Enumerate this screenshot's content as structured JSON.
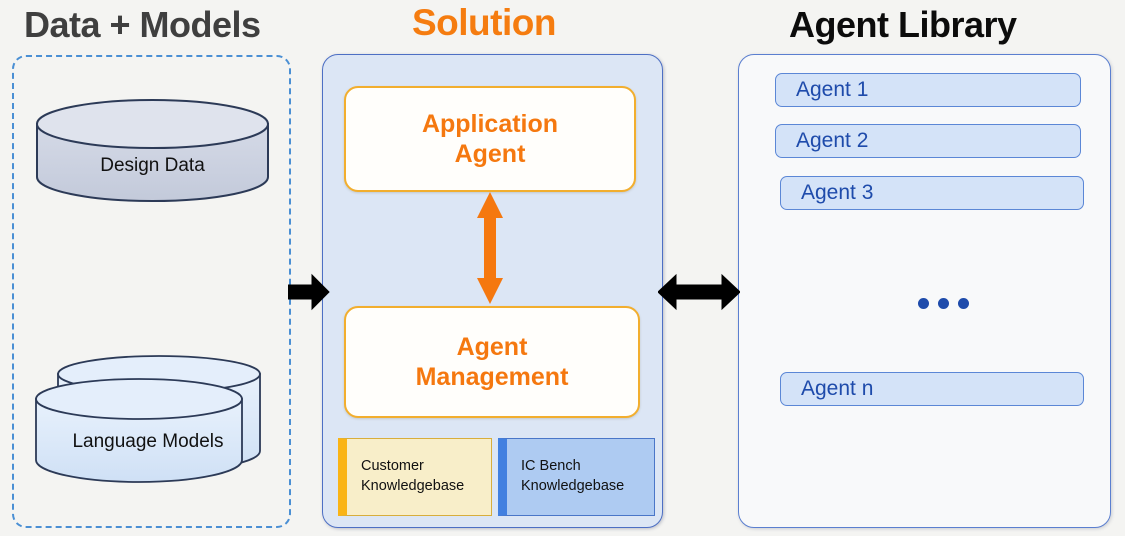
{
  "columns": {
    "data_models": {
      "title": "Data + Models"
    },
    "solution": {
      "title": "Solution"
    },
    "library": {
      "title": "Agent Library"
    }
  },
  "data_models": {
    "stores": [
      {
        "label": "Design  Data",
        "icon": "cylinder-icon",
        "fill": "#ccd2e0"
      },
      {
        "label": "Language Models",
        "icon": "stacked-cylinder-icon",
        "fill": "#dce9f8"
      }
    ]
  },
  "solution": {
    "boxes": [
      {
        "label": "Application\nAgent",
        "line1": "Application",
        "line2": "Agent"
      },
      {
        "label": "Agent\nManagement",
        "line1": "Agent",
        "line2": "Management"
      }
    ],
    "knowledgebases": [
      {
        "line1": "Customer",
        "line2": "Knowledgebase",
        "accent": "#fab416"
      },
      {
        "line1": "IC Bench",
        "line2": "Knowledgebase",
        "accent": "#4280e0"
      }
    ]
  },
  "library": {
    "agents": [
      {
        "label": "Agent 1"
      },
      {
        "label": "Agent 2"
      },
      {
        "label": "Agent 3"
      },
      {
        "label": "Agent n"
      }
    ],
    "ellipsis": "•••"
  },
  "connectors": {
    "data_to_solution": {
      "icon": "arrow-right-icon",
      "color": "#000000"
    },
    "solution_to_library": {
      "icon": "arrow-left-right-icon",
      "color": "#000000"
    },
    "agent_link": {
      "icon": "arrow-up-down-icon",
      "color": "#f5780f"
    }
  },
  "colors": {
    "orange": "#f5780f",
    "amber": "#f2ae2e",
    "panel_blue": "#dce6f5",
    "agent_blue": "#d4e3f8",
    "text_blue": "#1e4bab",
    "dash_blue": "#4a8fd4",
    "background": "#f4f4f2"
  }
}
